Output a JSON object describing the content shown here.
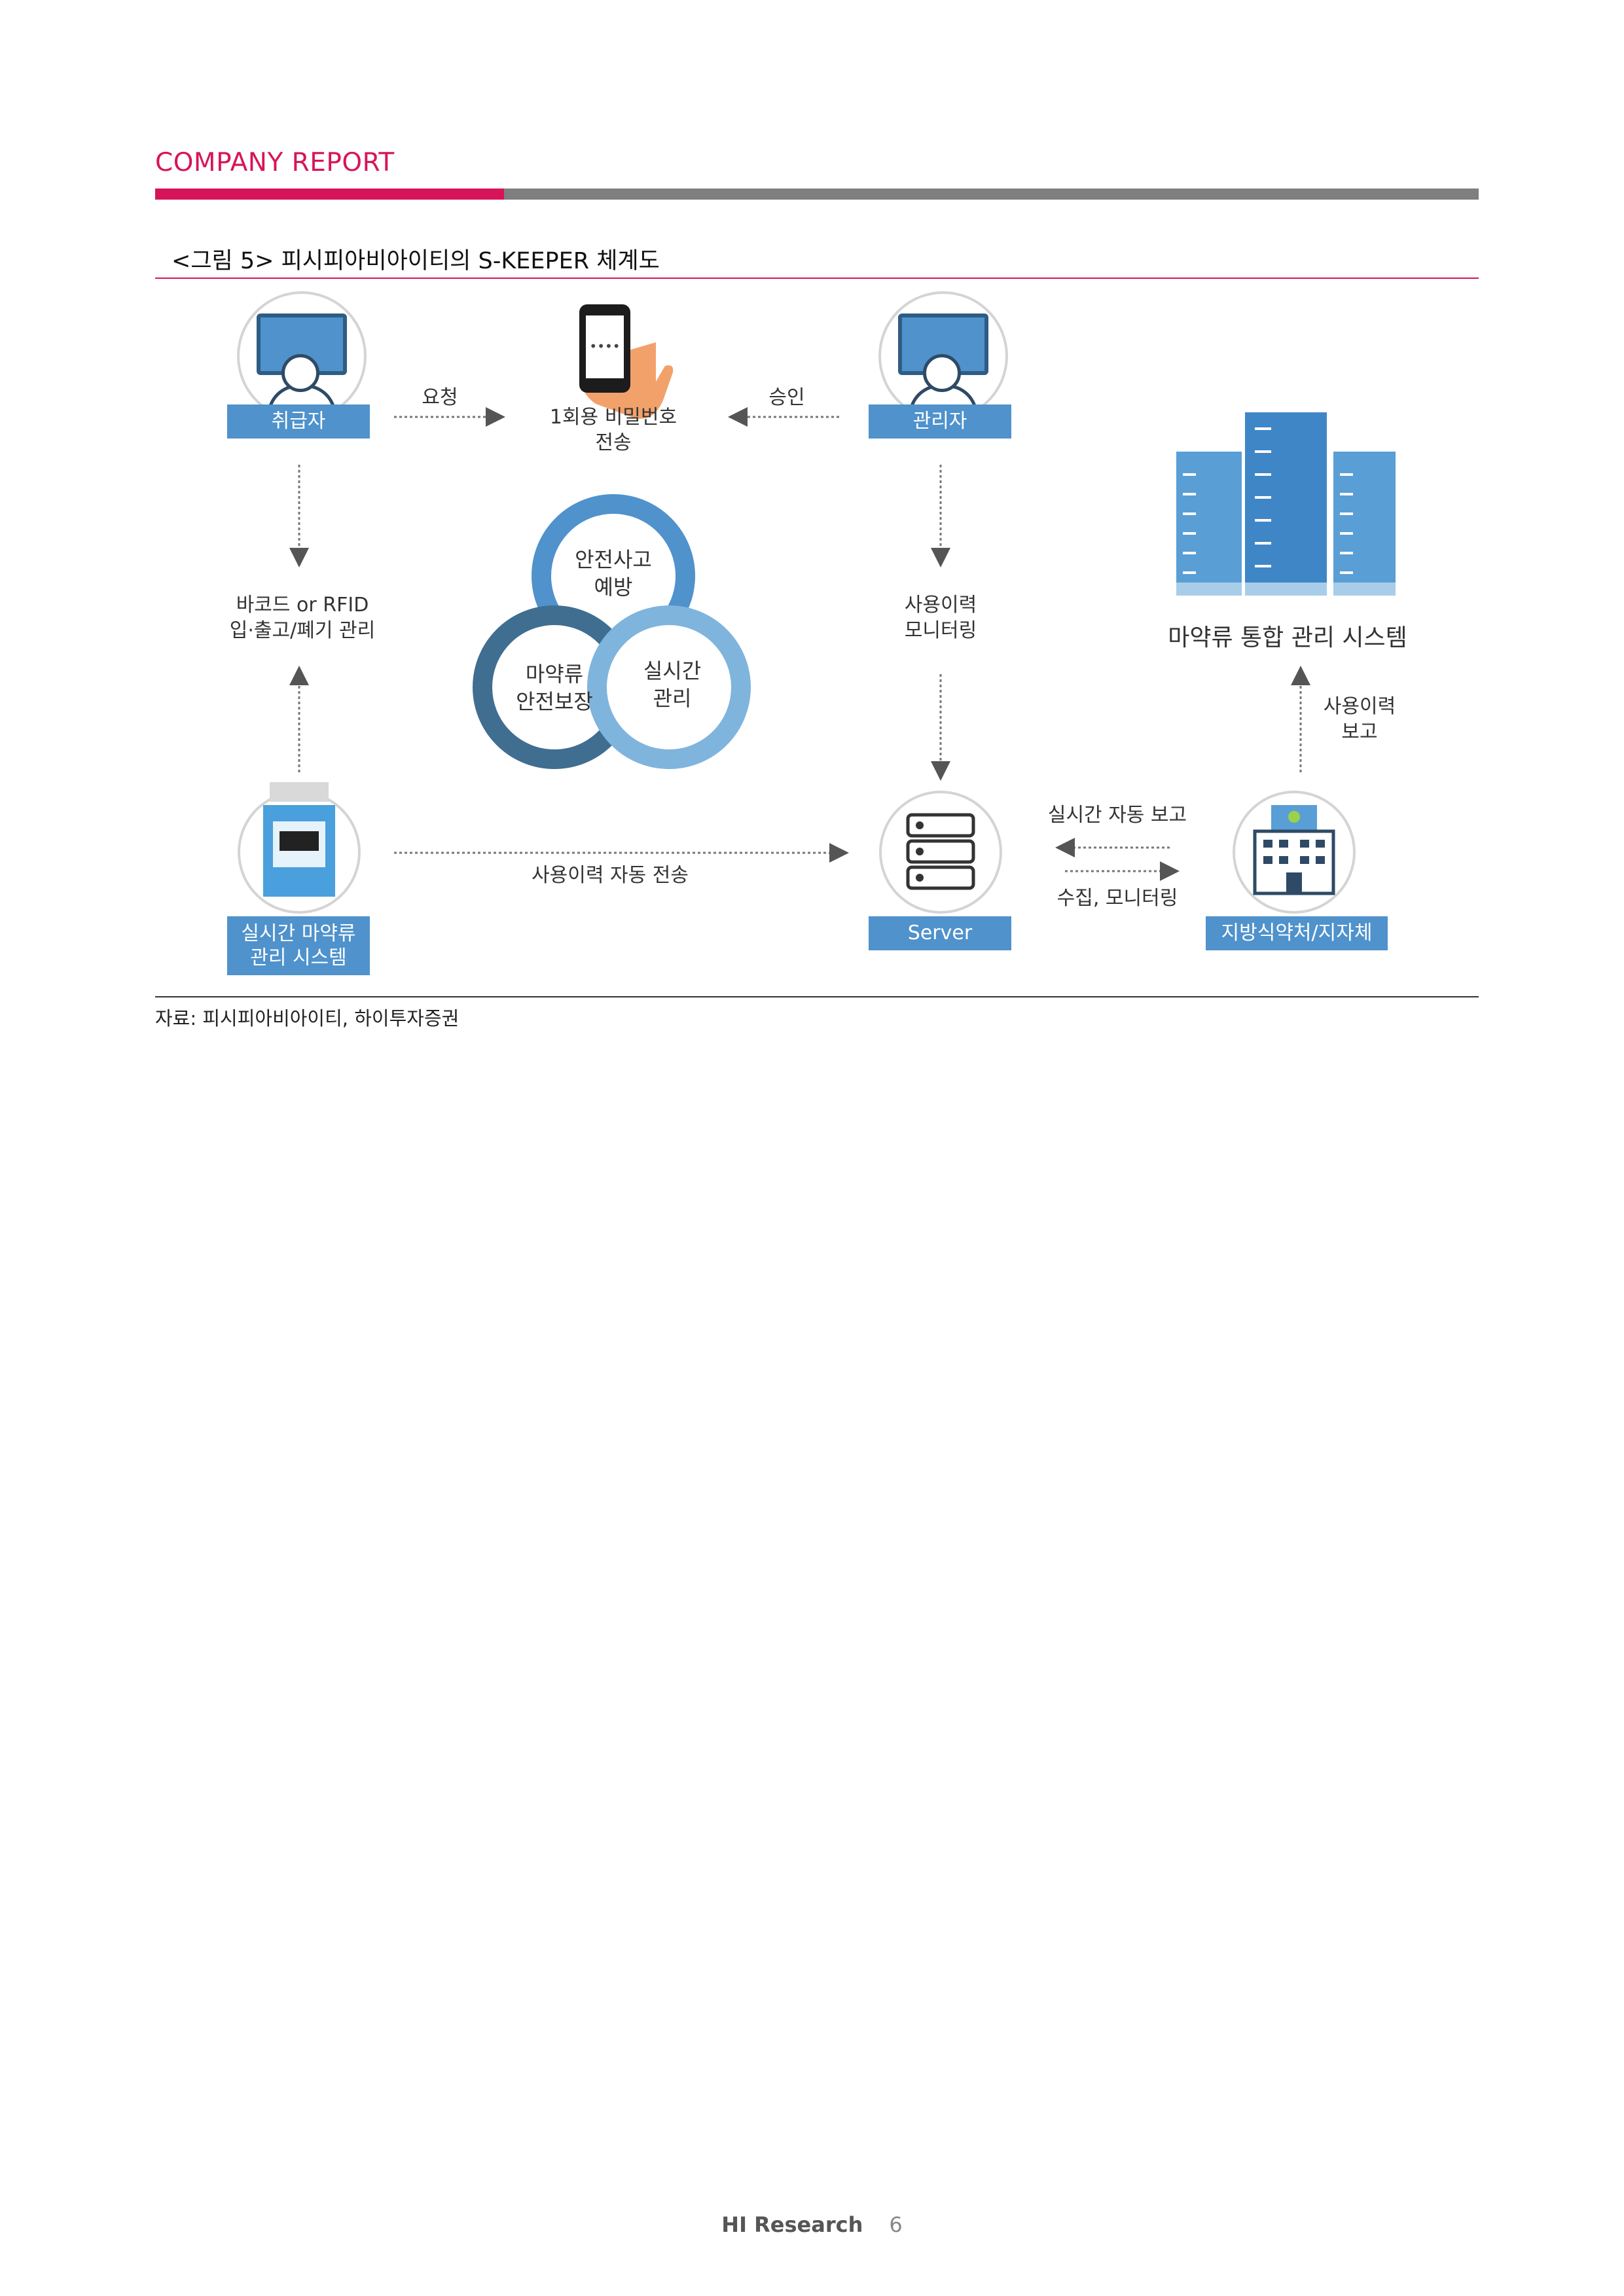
{
  "header": {
    "title": "COMPANY REPORT"
  },
  "figure": {
    "title": "<그림 5> 피시피아비아이티의 S-KEEPER 체계도"
  },
  "diagram": {
    "handler_label": "취급자",
    "admin_label": "관리자",
    "otp_label": "1회용 비밀번호 전송",
    "request_label": "요청",
    "approve_label": "승인",
    "barcode_line1": "바코드 or RFID",
    "barcode_line2": "입·출고/폐기 관리",
    "usage_monitor_line1": "사용이력",
    "usage_monitor_line2": "모니터링",
    "center_top_line1": "안전사고",
    "center_top_line2": "예방",
    "center_left_line1": "마약류",
    "center_left_line2": "안전보장",
    "center_right_line1": "실시간",
    "center_right_line2": "관리",
    "system_title": "마약류 통합 관리 시스템",
    "usage_report_line1": "사용이력",
    "usage_report_line2": "보고",
    "realtime_system_line1": "실시간 마약류",
    "realtime_system_line2": "관리 시스템",
    "auto_transfer_label": "사용이력 자동 전송",
    "server_label": "Server",
    "realtime_report_label": "실시간 자동 보고",
    "collect_monitor_label": "수집, 모니터링",
    "local_gov_label": "지방식약처/지자체"
  },
  "source": {
    "text": "자료: 피시피아비아이티, 하이투자증권"
  },
  "footer": {
    "brand": "HI Research",
    "page": "6"
  },
  "colors": {
    "accent": "#d7145a",
    "gray_bar": "#7f7f7f",
    "label_blue": "#4f92cc"
  }
}
